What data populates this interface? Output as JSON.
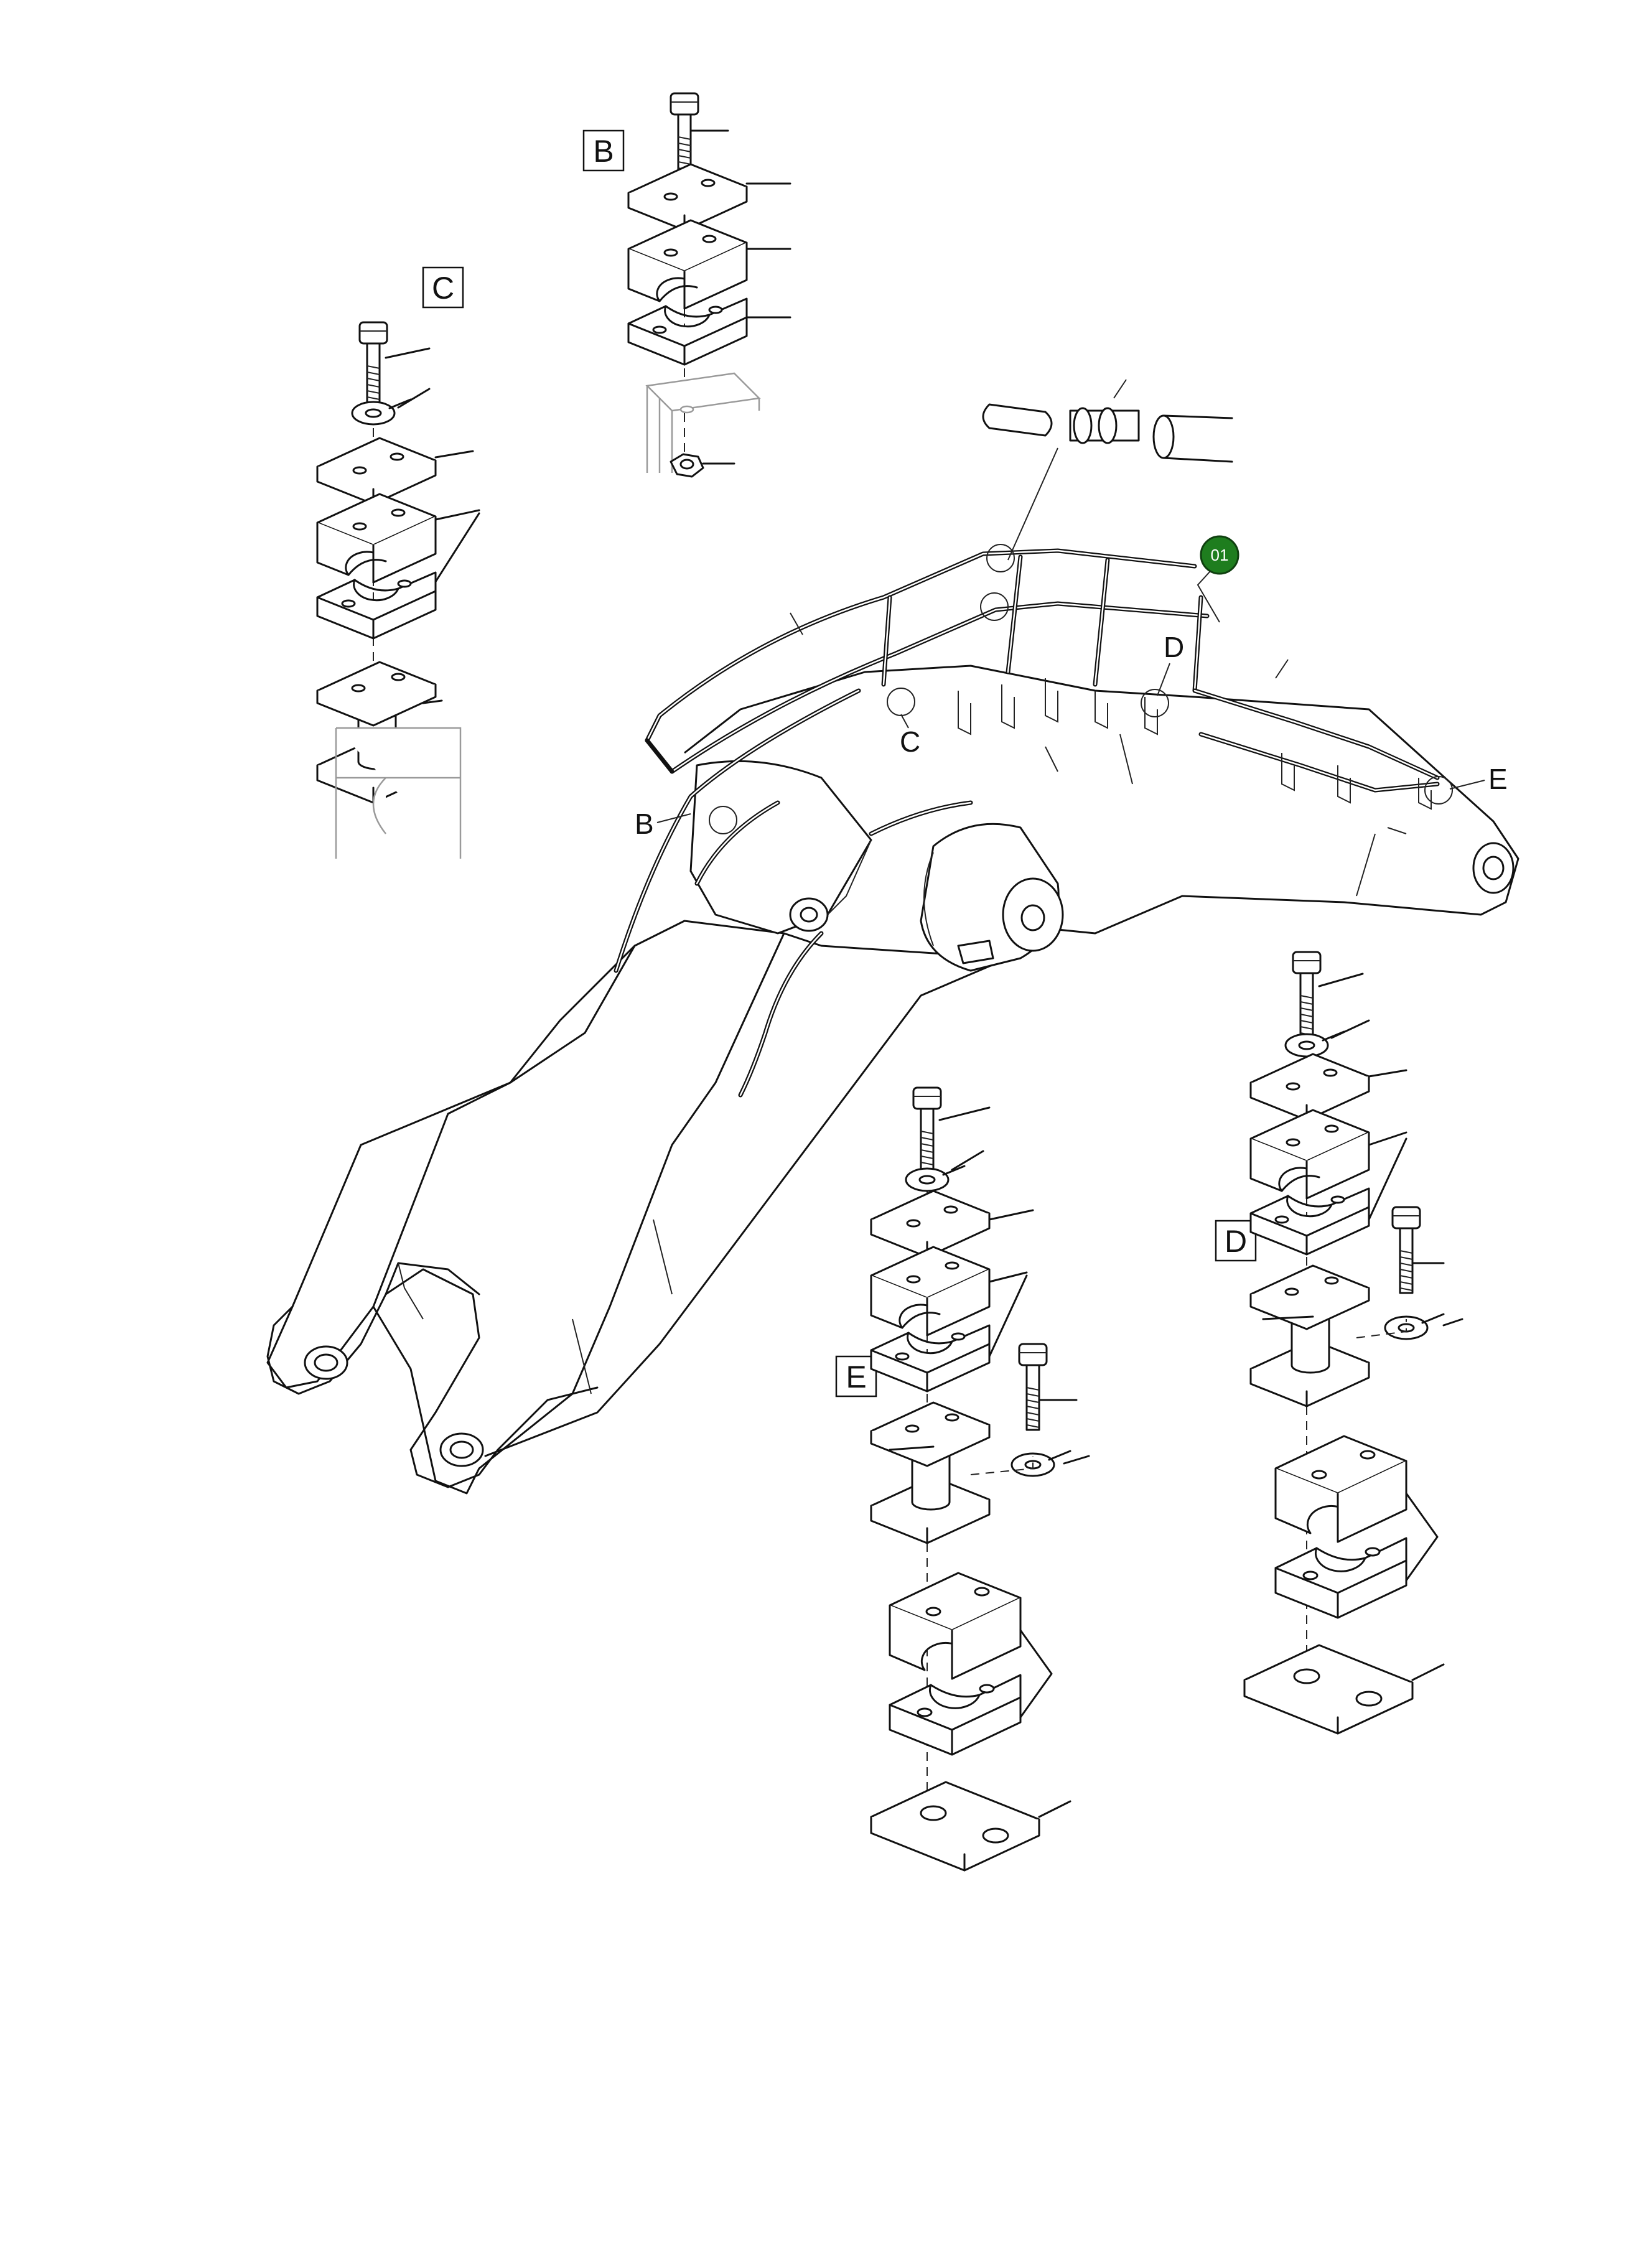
{
  "detail_views": [
    {
      "id": "B",
      "label": "B"
    },
    {
      "id": "C",
      "label": "C"
    },
    {
      "id": "D",
      "label": "D"
    },
    {
      "id": "E",
      "label": "E"
    }
  ],
  "detail_markers": {
    "b": "B",
    "c": "C",
    "d": "D",
    "e": "E"
  },
  "callout": {
    "number": "01",
    "color": "#1e7d1e"
  },
  "colors": {
    "line": "#111111",
    "background": "#ffffff",
    "ghost": "#9a9a9a"
  },
  "icons": [
    "bolt-icon",
    "washer-icon",
    "clamp-plate-icon",
    "clamp-half-icon",
    "nut-icon",
    "pipe-connector-icon"
  ]
}
